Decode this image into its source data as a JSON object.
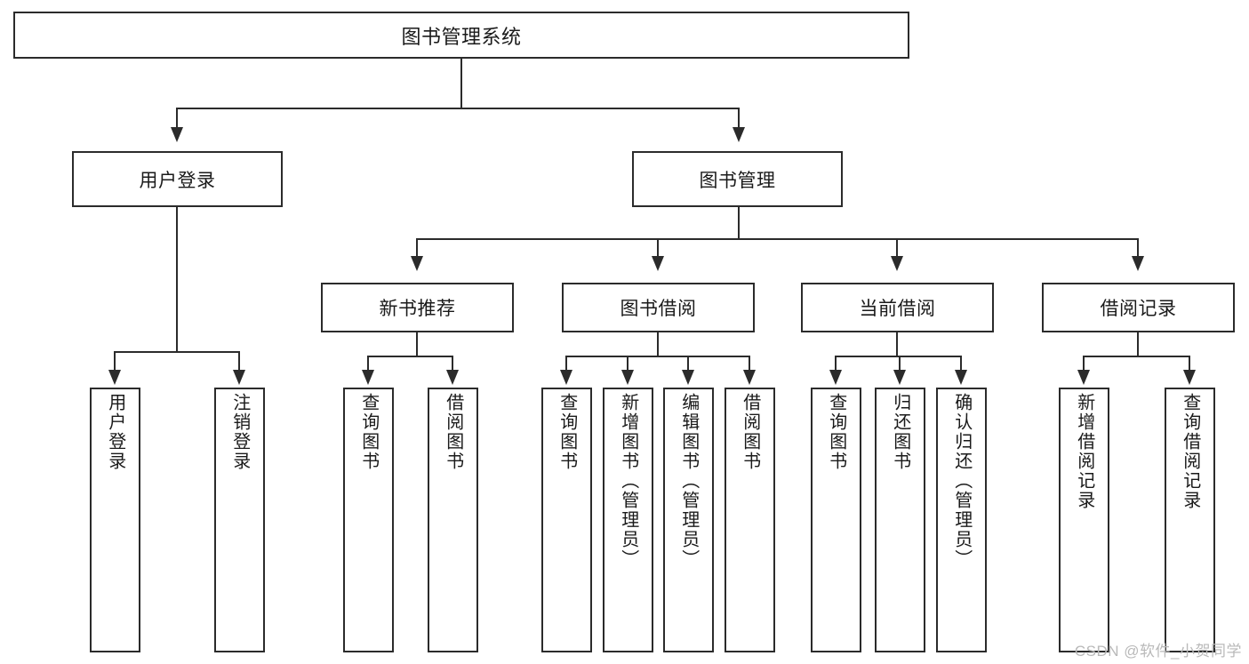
{
  "diagram": {
    "type": "tree",
    "title_node": {
      "label": "图书管理系统"
    },
    "level2": [
      {
        "label": "用户登录"
      },
      {
        "label": "图书管理"
      }
    ],
    "level3": [
      {
        "label": "新书推荐"
      },
      {
        "label": "图书借阅"
      },
      {
        "label": "当前借阅"
      },
      {
        "label": "借阅记录"
      }
    ],
    "leaves": {
      "user_login": [
        {
          "label": "用户登录"
        },
        {
          "label": "注销登录"
        }
      ],
      "new_book_recommend": [
        {
          "label": "查询图书"
        },
        {
          "label": "借阅图书"
        }
      ],
      "book_borrow": [
        {
          "label": "查询图书"
        },
        {
          "label": "新增图书（管理员）"
        },
        {
          "label": "编辑图书（管理员）"
        },
        {
          "label": "借阅图书"
        }
      ],
      "current_borrow": [
        {
          "label": "查询图书"
        },
        {
          "label": "归还图书"
        },
        {
          "label": "确认归还（管理员）"
        }
      ],
      "borrow_record": [
        {
          "label": "新增借阅记录"
        },
        {
          "label": "查询借阅记录"
        }
      ]
    }
  },
  "watermark": {
    "text": "CSDN @软件_小贺同学"
  },
  "colors": {
    "stroke": "#2b2b2b",
    "text": "#1a1a1a",
    "background": "#ffffff",
    "watermark": "#b9b9b9"
  }
}
